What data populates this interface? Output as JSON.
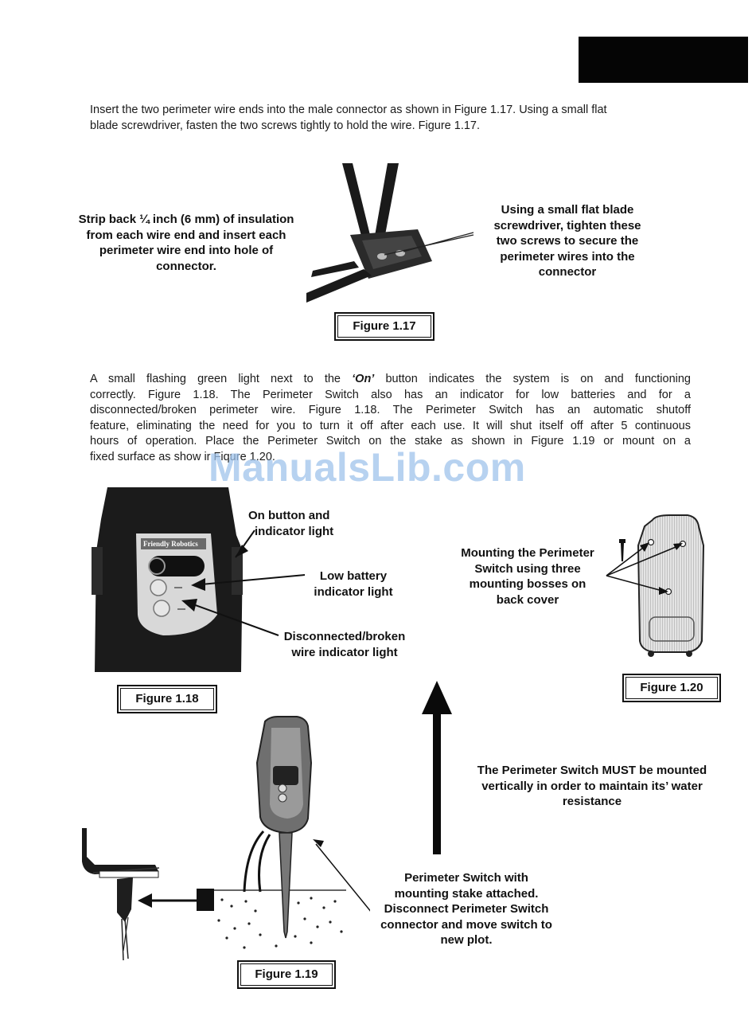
{
  "intro_paragraph": [
    "Insert the two perimeter wire ends into the male connector as shown in Figure 1.17.  Using a small flat",
    "blade screwdriver, fasten the two screws tightly to hold the wire.  Figure 1.17."
  ],
  "figure_117": {
    "caption": "Figure 1.17",
    "left_callout": [
      "Strip back ¼ inch (6 mm) of insulation",
      "from each wire end and insert each",
      "perimeter wire end into hole of",
      "connector."
    ],
    "right_callout": [
      "Using a small flat blade",
      "screwdriver, tighten these",
      "two screws to secure the",
      "perimeter wires into the",
      "connector"
    ]
  },
  "main_paragraph": {
    "line1_a": "A small flashing green light next to the ",
    "line1_em": "‘On’",
    "line1_b": " button indicates the system is on and functioning",
    "lines": [
      "correctly.   Figure 1.18.   The Perimeter Switch also has an indicator for low batteries and for a",
      "disconnected/broken perimeter wire.  Figure 1.18.  The Perimeter Switch has an automatic shutoff",
      "feature, eliminating the need for you to turn it off after each use.  It will shut itself off after 5 continuous",
      "hours of operation.   Place the Perimeter Switch on the stake as shown in Figure 1.19 or mount on a"
    ],
    "last_line": "fixed surface as show  ir Fiqure 1.20."
  },
  "watermark": "ManualsLib.com",
  "figure_118": {
    "caption": "Figure 1.18",
    "brand": "Friendly Robotics",
    "on_button_label": [
      "On button and",
      "indicator light"
    ],
    "low_battery_label": [
      "Low battery",
      "indicator light"
    ],
    "disconnected_label": [
      "Disconnected/broken",
      "wire indicator light"
    ]
  },
  "figure_120": {
    "caption": "Figure 1.20",
    "mounting_label": [
      "Mounting the Perimeter",
      "Switch using three",
      "mounting bosses on",
      "back cover"
    ]
  },
  "must_mount_note": [
    "The Perimeter Switch MUST be mounted",
    "vertically in order to maintain its’ water",
    "resistance"
  ],
  "figure_119": {
    "caption": "Figure 1.19",
    "stake_label": [
      "Perimeter Switch with",
      "mounting stake attached.",
      "Disconnect Perimeter Switch",
      "connector and move switch to",
      "new plot."
    ]
  }
}
